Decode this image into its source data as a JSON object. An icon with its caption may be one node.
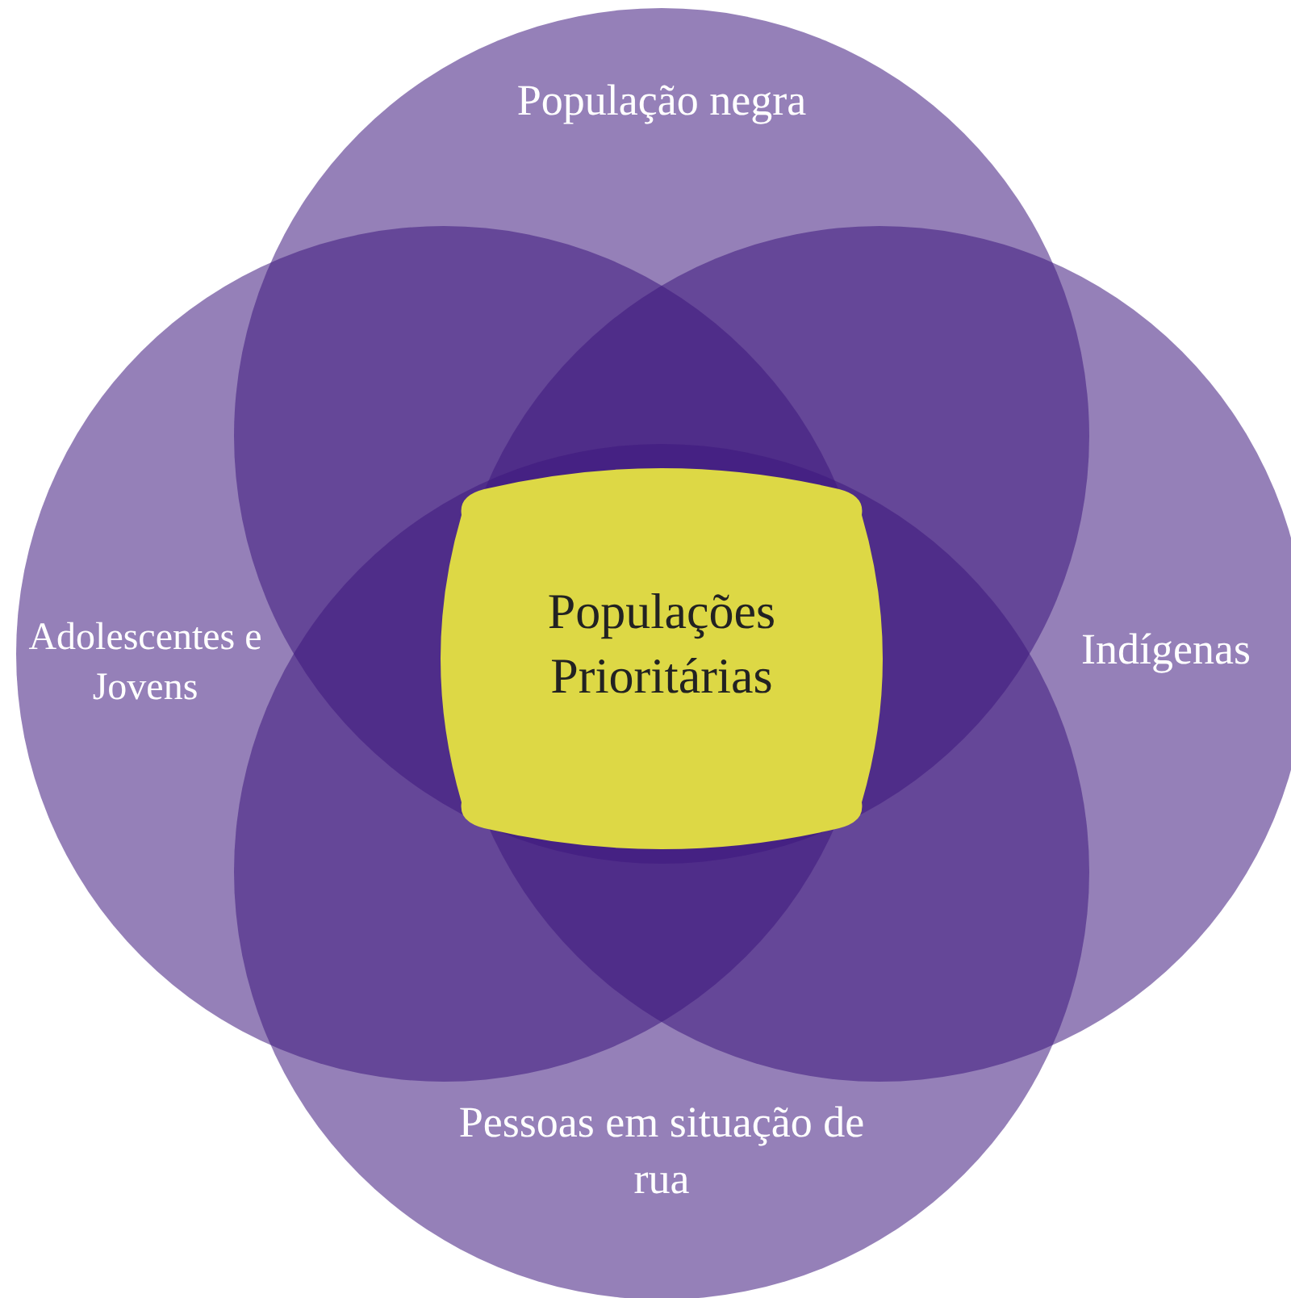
{
  "diagram": {
    "nodes": [
      {
        "text": [
          "População negra"
        ]
      },
      {
        "text": [
          "Adolescentes e Jovens"
        ]
      },
      {
        "text": [
          "Indígenas"
        ]
      },
      {
        "text": [
          "Pessoas em situação de rua"
        ]
      },
      {
        "text": [
          "Populações Prioritárias"
        ]
      }
    ]
  }
}
